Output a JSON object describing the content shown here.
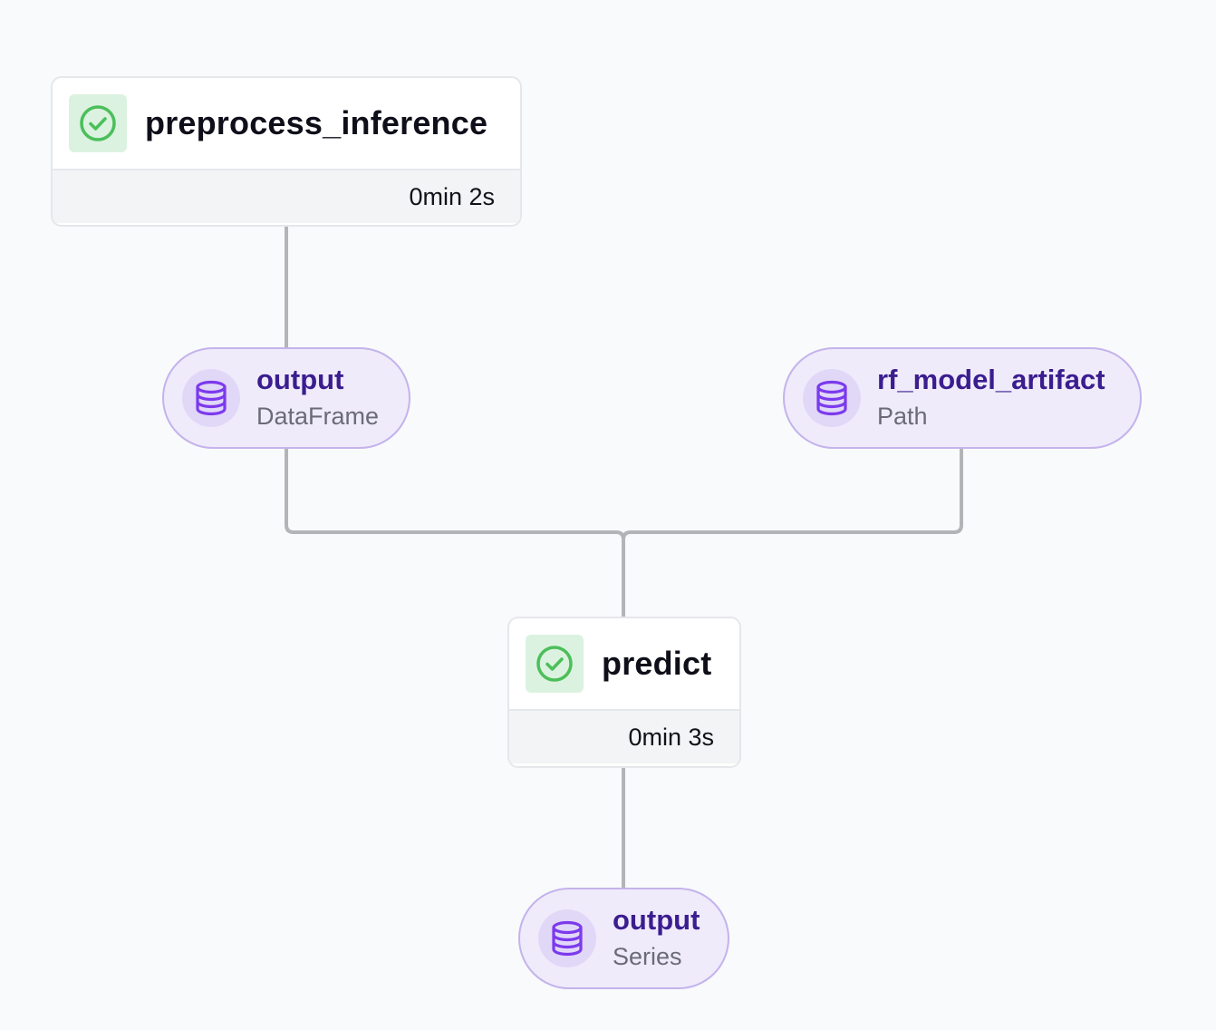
{
  "steps": [
    {
      "id": "preprocess_inference",
      "name": "preprocess_inference",
      "duration": "0min 2s",
      "status": "completed",
      "status_icon": "check-circle-icon",
      "status_color": "#4bbf5a"
    },
    {
      "id": "predict",
      "name": "predict",
      "duration": "0min 3s",
      "status": "completed",
      "status_icon": "check-circle-icon",
      "status_color": "#4bbf5a"
    }
  ],
  "artifacts": [
    {
      "id": "output-dataframe",
      "name": "output",
      "type": "DataFrame",
      "icon": "database-icon"
    },
    {
      "id": "rf-model-artifact",
      "name": "rf_model_artifact",
      "type": "Path",
      "icon": "database-icon"
    },
    {
      "id": "output-series",
      "name": "output",
      "type": "Series",
      "icon": "database-icon"
    }
  ],
  "edges": [
    {
      "from": "preprocess_inference",
      "to": "output-dataframe"
    },
    {
      "from": "output-dataframe",
      "to": "predict"
    },
    {
      "from": "rf-model-artifact",
      "to": "predict"
    },
    {
      "from": "predict",
      "to": "output-series"
    }
  ],
  "colors": {
    "edge": "#b4b4b8",
    "artifact_accent": "#7c3aed",
    "artifact_name": "#3b1d8f",
    "success": "#4bbf5a"
  }
}
